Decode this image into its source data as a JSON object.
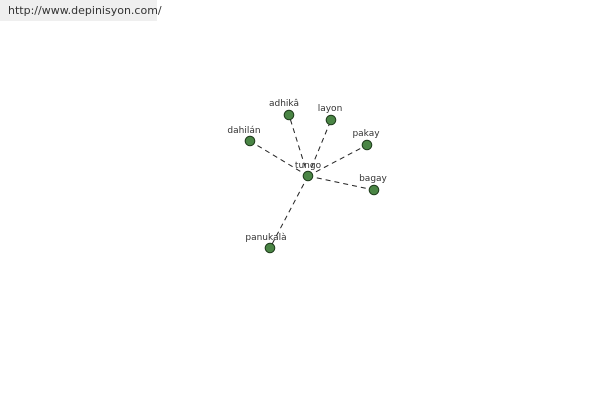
{
  "source_url": "http://www.depinisyon.com/",
  "colors": {
    "node_fill": "#4a8545",
    "node_stroke": "#1f3b1c",
    "edge": "#222222",
    "label": "#333333"
  },
  "graph": {
    "center": "tungo",
    "nodes": [
      "tungo",
      "adhikâ",
      "layon",
      "dahilán",
      "pakay",
      "bagay",
      "panukalà"
    ],
    "edges": [
      [
        "tungo",
        "adhikâ"
      ],
      [
        "tungo",
        "layon"
      ],
      [
        "tungo",
        "dahilán"
      ],
      [
        "tungo",
        "pakay"
      ],
      [
        "tungo",
        "bagay"
      ],
      [
        "tungo",
        "panukalà"
      ]
    ]
  }
}
